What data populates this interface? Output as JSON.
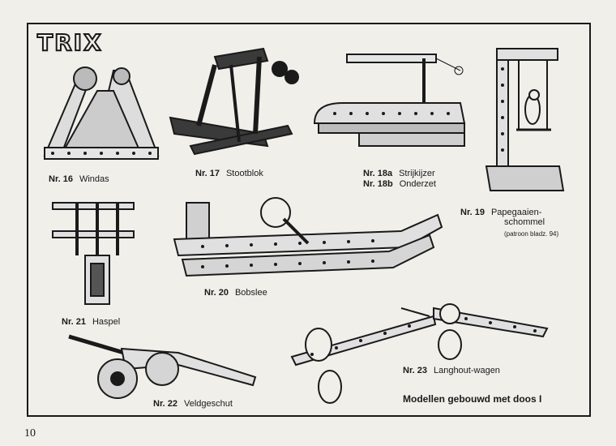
{
  "brand": "TRIX",
  "models": [
    {
      "nr": "Nr. 16",
      "name": "Windas"
    },
    {
      "nr": "Nr. 17",
      "name": "Stootblok"
    },
    {
      "nr": "Nr. 18a",
      "name": "Strijkijzer"
    },
    {
      "nr": "Nr. 18b",
      "name": "Onderzet"
    },
    {
      "nr": "Nr. 19",
      "name": "Papegaaien-",
      "name2": "schommel",
      "note": "(patroon bladz. 94)"
    },
    {
      "nr": "Nr. 20",
      "name": "Bobslee"
    },
    {
      "nr": "Nr. 21",
      "name": "Haspel"
    },
    {
      "nr": "Nr. 22",
      "name": "Veldgeschut"
    },
    {
      "nr": "Nr. 23",
      "name": "Langhout-wagen"
    }
  ],
  "footer": "Modellen gebouwd met doos I",
  "page_number": "10"
}
